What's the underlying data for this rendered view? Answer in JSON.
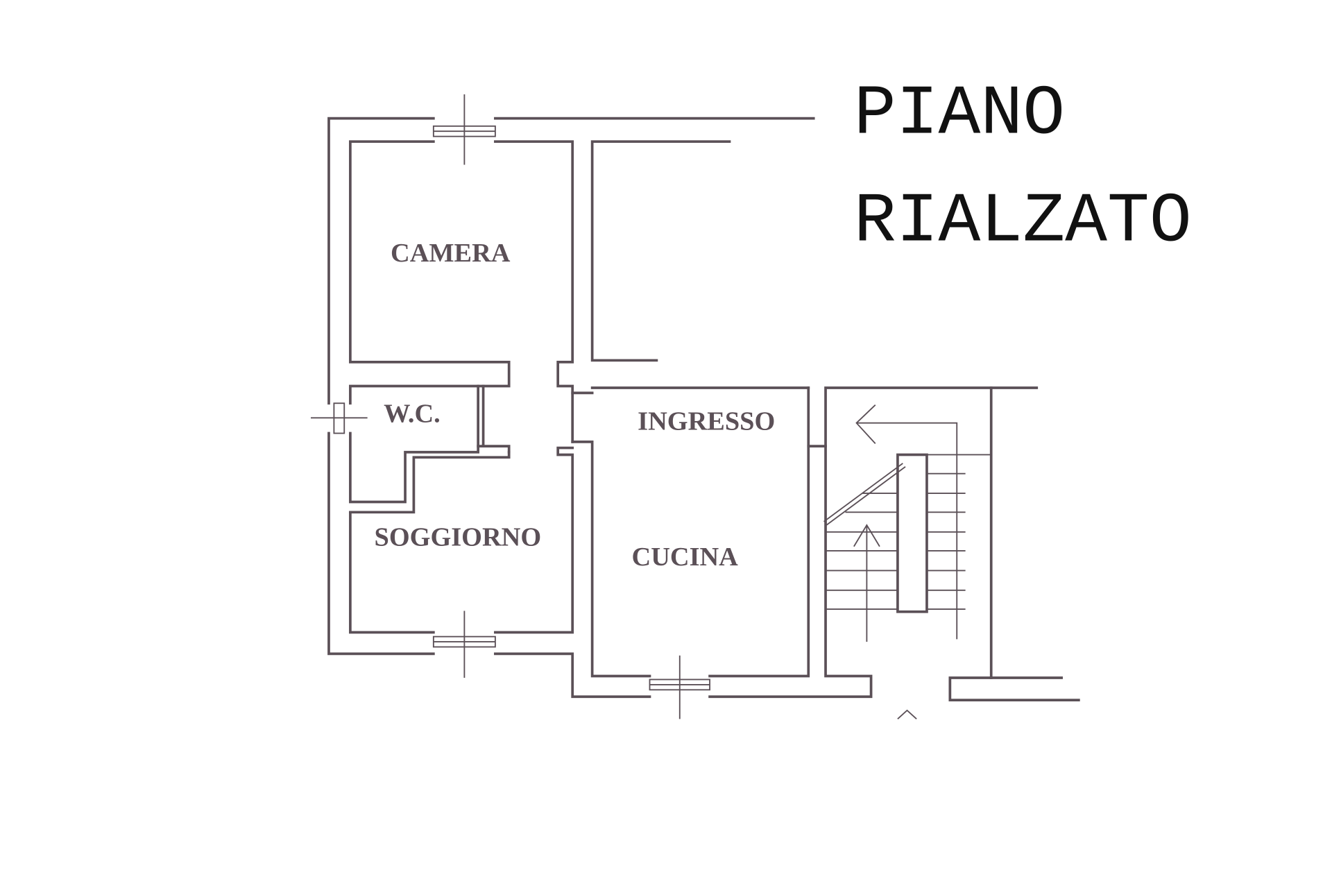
{
  "title": {
    "line1": "PIANO",
    "line2": "RIALZATO"
  },
  "rooms": {
    "camera": "CAMERA",
    "wc": "W.C.",
    "soggiorno": "SOGGIORNO",
    "ingresso": "INGRESSO",
    "cucina": "CUCINA"
  },
  "colors": {
    "walls": "#5b5057",
    "title": "#111111"
  }
}
